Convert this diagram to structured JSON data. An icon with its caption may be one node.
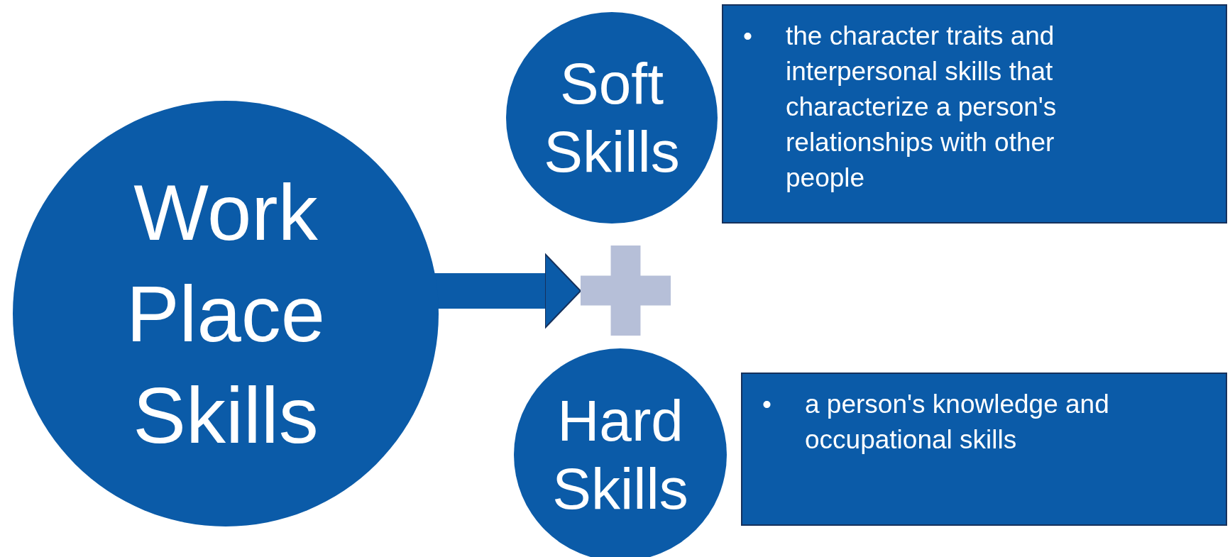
{
  "diagram": {
    "nodes": [
      {
        "text": [
          "Work Place Skills"
        ]
      },
      {
        "text": [
          "Soft Skills"
        ]
      },
      {
        "text": [
          "•",
          "the character traits and interpersonal skills that characterize a person's relationships with other people"
        ]
      },
      {
        "text": [],
        "shape": "plus"
      },
      {
        "text": [
          "Hard Skills"
        ]
      },
      {
        "text": [
          "•",
          "a person's knowledge and occupational skills"
        ]
      }
    ],
    "edges": [
      {
        "from": 0,
        "to": 3,
        "arrow": "to"
      }
    ]
  }
}
